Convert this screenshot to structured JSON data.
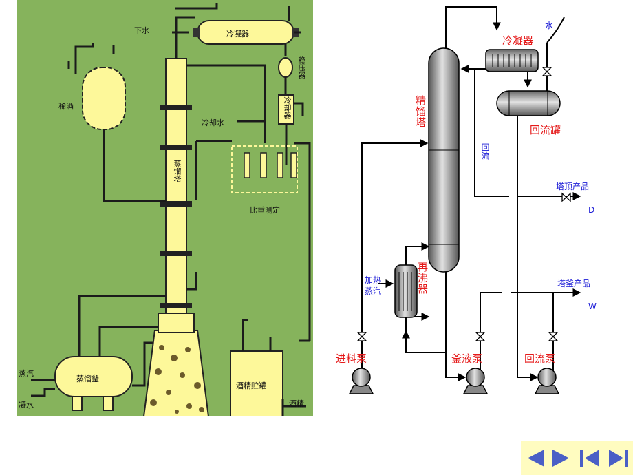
{
  "left_diagram": {
    "cooling_water_down": "下水",
    "condenser": "冷凝器",
    "stabilizer": "稳压器",
    "cooler": "冷却器",
    "cooling_water": "冷却水",
    "dilute_alcohol": "稀酒",
    "distillation_column": "蒸馏塔",
    "specific_gravity": "比重测定",
    "steam": "蒸汽",
    "condensate": "凝水",
    "still_pot": "蒸馏釜",
    "alcohol_tank": "酒精贮罐",
    "alcohol": "酒精"
  },
  "right_diagram": {
    "column": "精馏塔",
    "condenser": "冷凝器",
    "water": "水",
    "reflux_drum": "回流罐",
    "reflux": "回流",
    "top_product": "塔顶产品",
    "d_label": "D",
    "bottom_product": "塔釜产品",
    "w_label": "W",
    "heating_steam_1": "加热",
    "heating_steam_2": "蒸汽",
    "reboiler": "再沸器",
    "feed_pump": "进料泵",
    "kettle_pump": "釜液泵",
    "reflux_pump": "回流泵"
  },
  "colors": {
    "left_bg": "#86b35c",
    "equipment_fill": "#fdf89a",
    "label_red": "#e51a1a",
    "label_blue": "#1a1ad6",
    "nav_bg": "#fffcc0",
    "nav_arrow": "#4a5fc6"
  },
  "navigation": {
    "icons": [
      "prev-arrow-icon",
      "next-arrow-icon",
      "first-page-icon",
      "last-page-icon"
    ]
  }
}
